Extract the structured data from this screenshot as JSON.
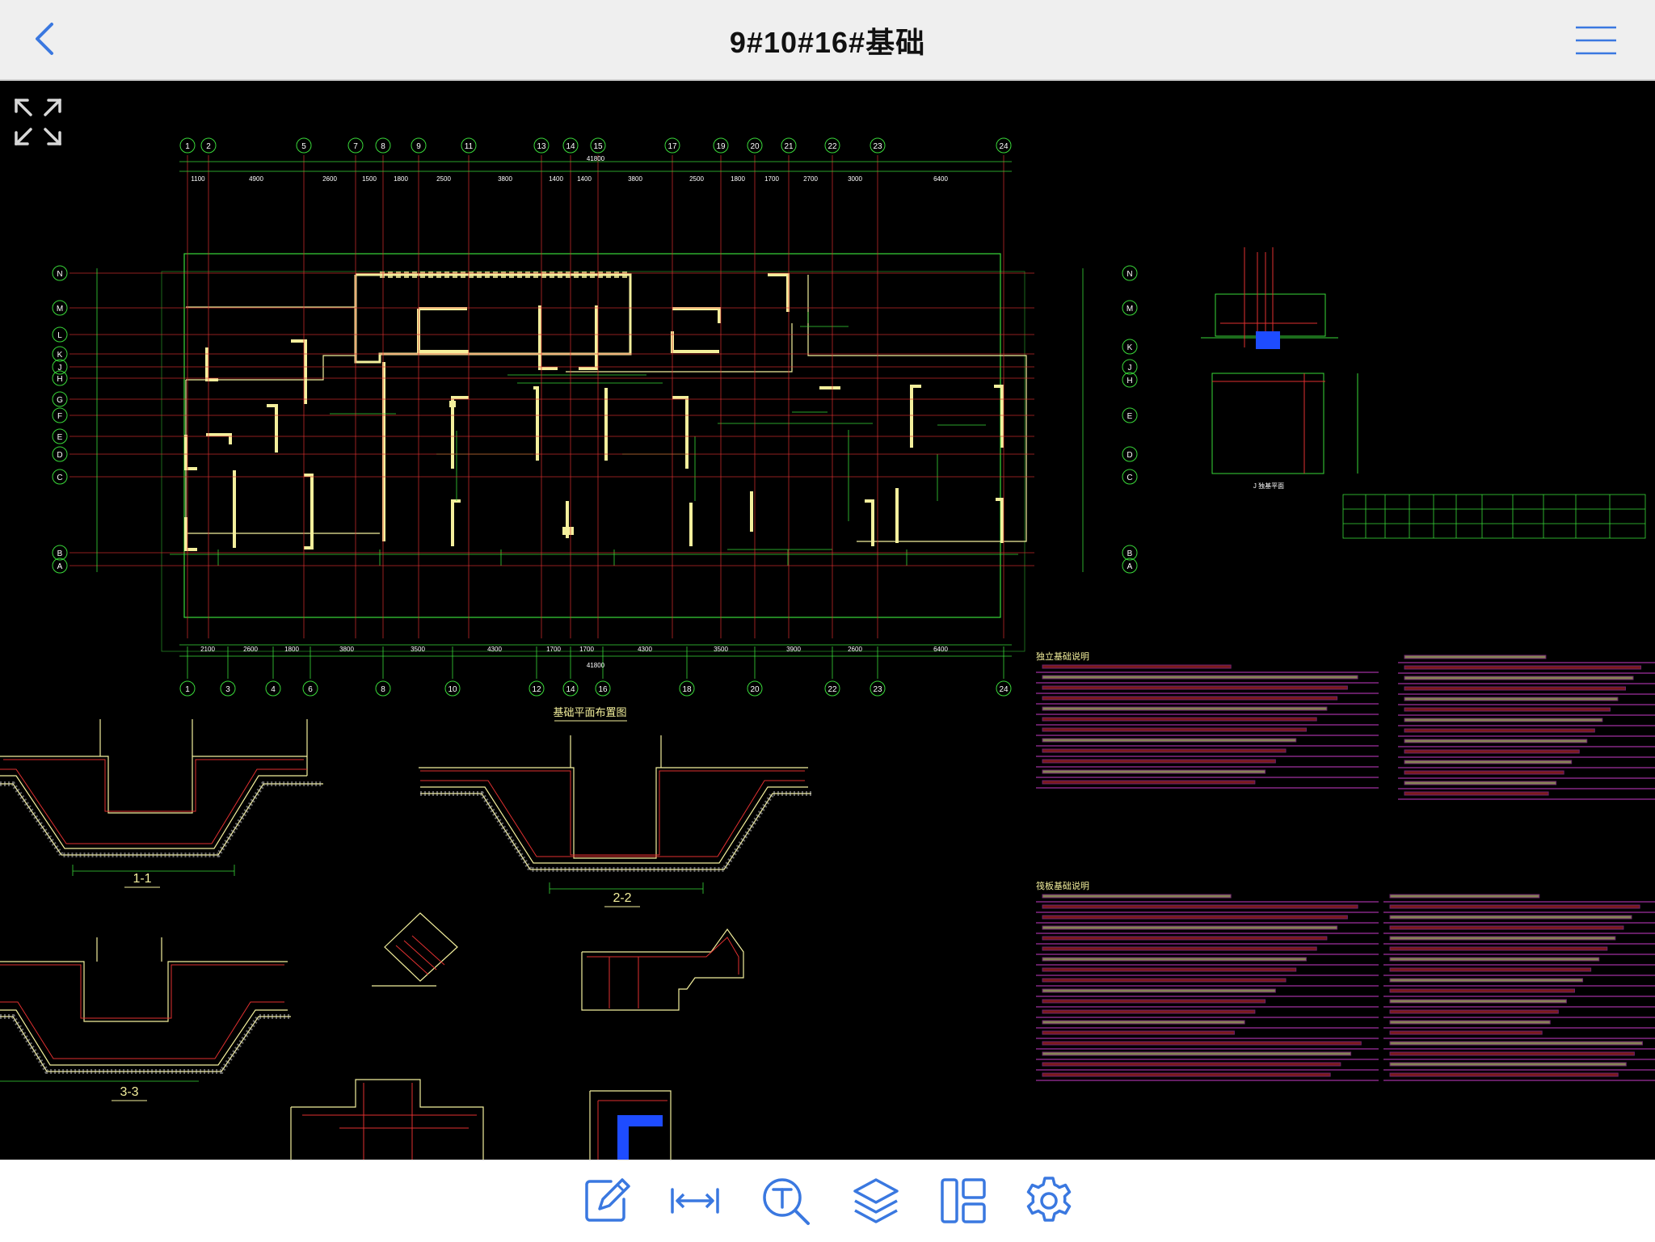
{
  "header": {
    "title": "9#10#16#基础"
  },
  "icons": {
    "back": "chevron-left-icon",
    "menu": "hamburger-menu-icon",
    "expand": "fullscreen-expand-icon"
  },
  "colors": {
    "accent": "#3a78e0",
    "canvas": "#000000",
    "grid_axis": "#e03030",
    "dim": "#39d839",
    "wall": "#f3ef9c"
  },
  "drawing": {
    "plan_title": "基础平面布置图",
    "top_axes": [
      "1",
      "2",
      "5",
      "7",
      "8",
      "9",
      "11",
      "13",
      "14",
      "15",
      "17",
      "19",
      "20",
      "21",
      "22",
      "23",
      "24"
    ],
    "bottom_axes": [
      "1",
      "3",
      "4",
      "6",
      "8",
      "10",
      "12",
      "14",
      "16",
      "18",
      "20",
      "22",
      "23",
      "24"
    ],
    "left_axes": [
      "N",
      "M",
      "L",
      "K",
      "J",
      "H",
      "G",
      "F",
      "E",
      "D",
      "C",
      "B",
      "A"
    ],
    "right_axes": [
      "N",
      "M",
      "K",
      "J",
      "H",
      "E",
      "D",
      "C",
      "B",
      "A"
    ],
    "top_total": "41800",
    "bottom_total": "41800",
    "top_dims": [
      "1100",
      "4900",
      "2600",
      "1500",
      "1800",
      "2500",
      "3800",
      "1400",
      "1400",
      "3800",
      "2500",
      "1800",
      "1700",
      "2700",
      "3000",
      "6400"
    ],
    "bottom_dims": [
      "2100",
      "2600",
      "1800",
      "3800",
      "3500",
      "4300",
      "1700",
      "1700",
      "4300",
      "3500",
      "3900",
      "2600",
      "6400"
    ],
    "section_labels": [
      "1-1",
      "2-2",
      "3-3"
    ],
    "detail_label": "J 独基平面",
    "notes_title_1": "独立基础说明",
    "notes_title_2": "筏板基础说明"
  },
  "toolbar": {
    "items": [
      {
        "name": "annotate-tool-button",
        "icon": "pencil-edit-icon"
      },
      {
        "name": "measure-tool-button",
        "icon": "measure-distance-icon"
      },
      {
        "name": "text-search-button",
        "icon": "text-search-icon"
      },
      {
        "name": "layers-button",
        "icon": "layers-icon"
      },
      {
        "name": "layout-button",
        "icon": "layout-panels-icon"
      },
      {
        "name": "settings-button",
        "icon": "gear-icon"
      }
    ]
  }
}
